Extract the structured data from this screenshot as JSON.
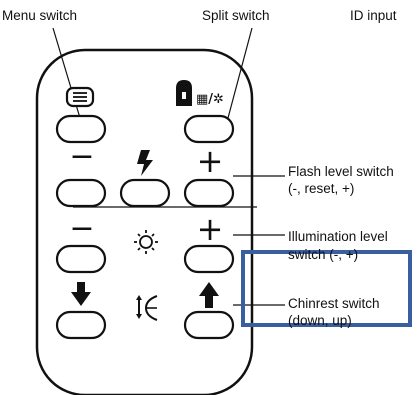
{
  "labels": {
    "menu_switch": "Menu switch",
    "split_switch": "Split switch",
    "id_input": "ID input",
    "flash_level_switch": "Flash level switch",
    "flash_level_options": "(-, reset, +)",
    "illumination_level_switch": "Illumination level",
    "illumination_level_options": "switch (-, +)",
    "chinrest_switch": "Chinrest switch",
    "chinrest_options": "(down, up)"
  },
  "symbols": {
    "minus": "−",
    "plus": "+",
    "split_id_mark": "▦/✲"
  },
  "icons": [
    "menu-icon",
    "lock-icon",
    "flash-icon",
    "sun-icon",
    "arrow-down-icon",
    "arrow-up-icon",
    "chinrest-icon"
  ],
  "colors": {
    "highlight": "#3a5fa0",
    "ink": "#111111"
  }
}
